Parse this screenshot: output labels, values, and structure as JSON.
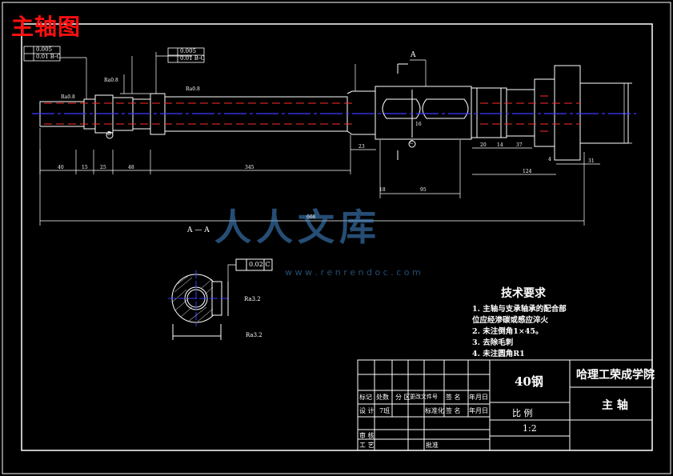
{
  "drawing_title": "主轴图",
  "tech": {
    "title": "技术要求",
    "lines": [
      "1. 主轴与支承轴承的配合部",
      "位应经渗碳或感应淬火",
      "2. 未注倒角1×45。",
      "3. 去除毛刺",
      "4. 未注圆角R1"
    ]
  },
  "title_block": {
    "material": "40钢",
    "school": "哈理工荣成学院",
    "part_name": "主  轴",
    "scale_label": "比    例",
    "scale_value": "1:2",
    "row1": [
      "标记",
      "处数",
      "分 区",
      "更改文件号",
      "签 名",
      "年月日"
    ],
    "row2": [
      "设 计",
      "7班",
      "",
      "标准化",
      "签 名",
      "年月日"
    ],
    "row3a": "审 核",
    "row3b": "工 艺",
    "approve": "批准"
  },
  "tolerances": {
    "left": [
      "0.005",
      "0.01 B-C"
    ],
    "right": [
      "0.005",
      "0.01 B-C"
    ],
    "section": "0.02 C"
  },
  "roughness": [
    "Ra0.8",
    "Ra0.8",
    "Ra0.8",
    "Ra3.2",
    "Ra3.2"
  ],
  "section_label": "A — A",
  "section_mark": "A",
  "datum_b": "B",
  "datum_c": "C",
  "overall_length": "666",
  "dims": {
    "d1": "40",
    "d2": "15",
    "d3": "25",
    "d4": "48",
    "d5": "345",
    "d6": "23",
    "d7": "18",
    "d8": "95",
    "d9": "4",
    "d10": "124",
    "d11": "31",
    "d12": "37",
    "d13": "20",
    "d14": "16",
    "d15": "14"
  },
  "watermark": {
    "main": "人人文库",
    "sub": "w w w . r e n r e n d o c . c o m"
  }
}
